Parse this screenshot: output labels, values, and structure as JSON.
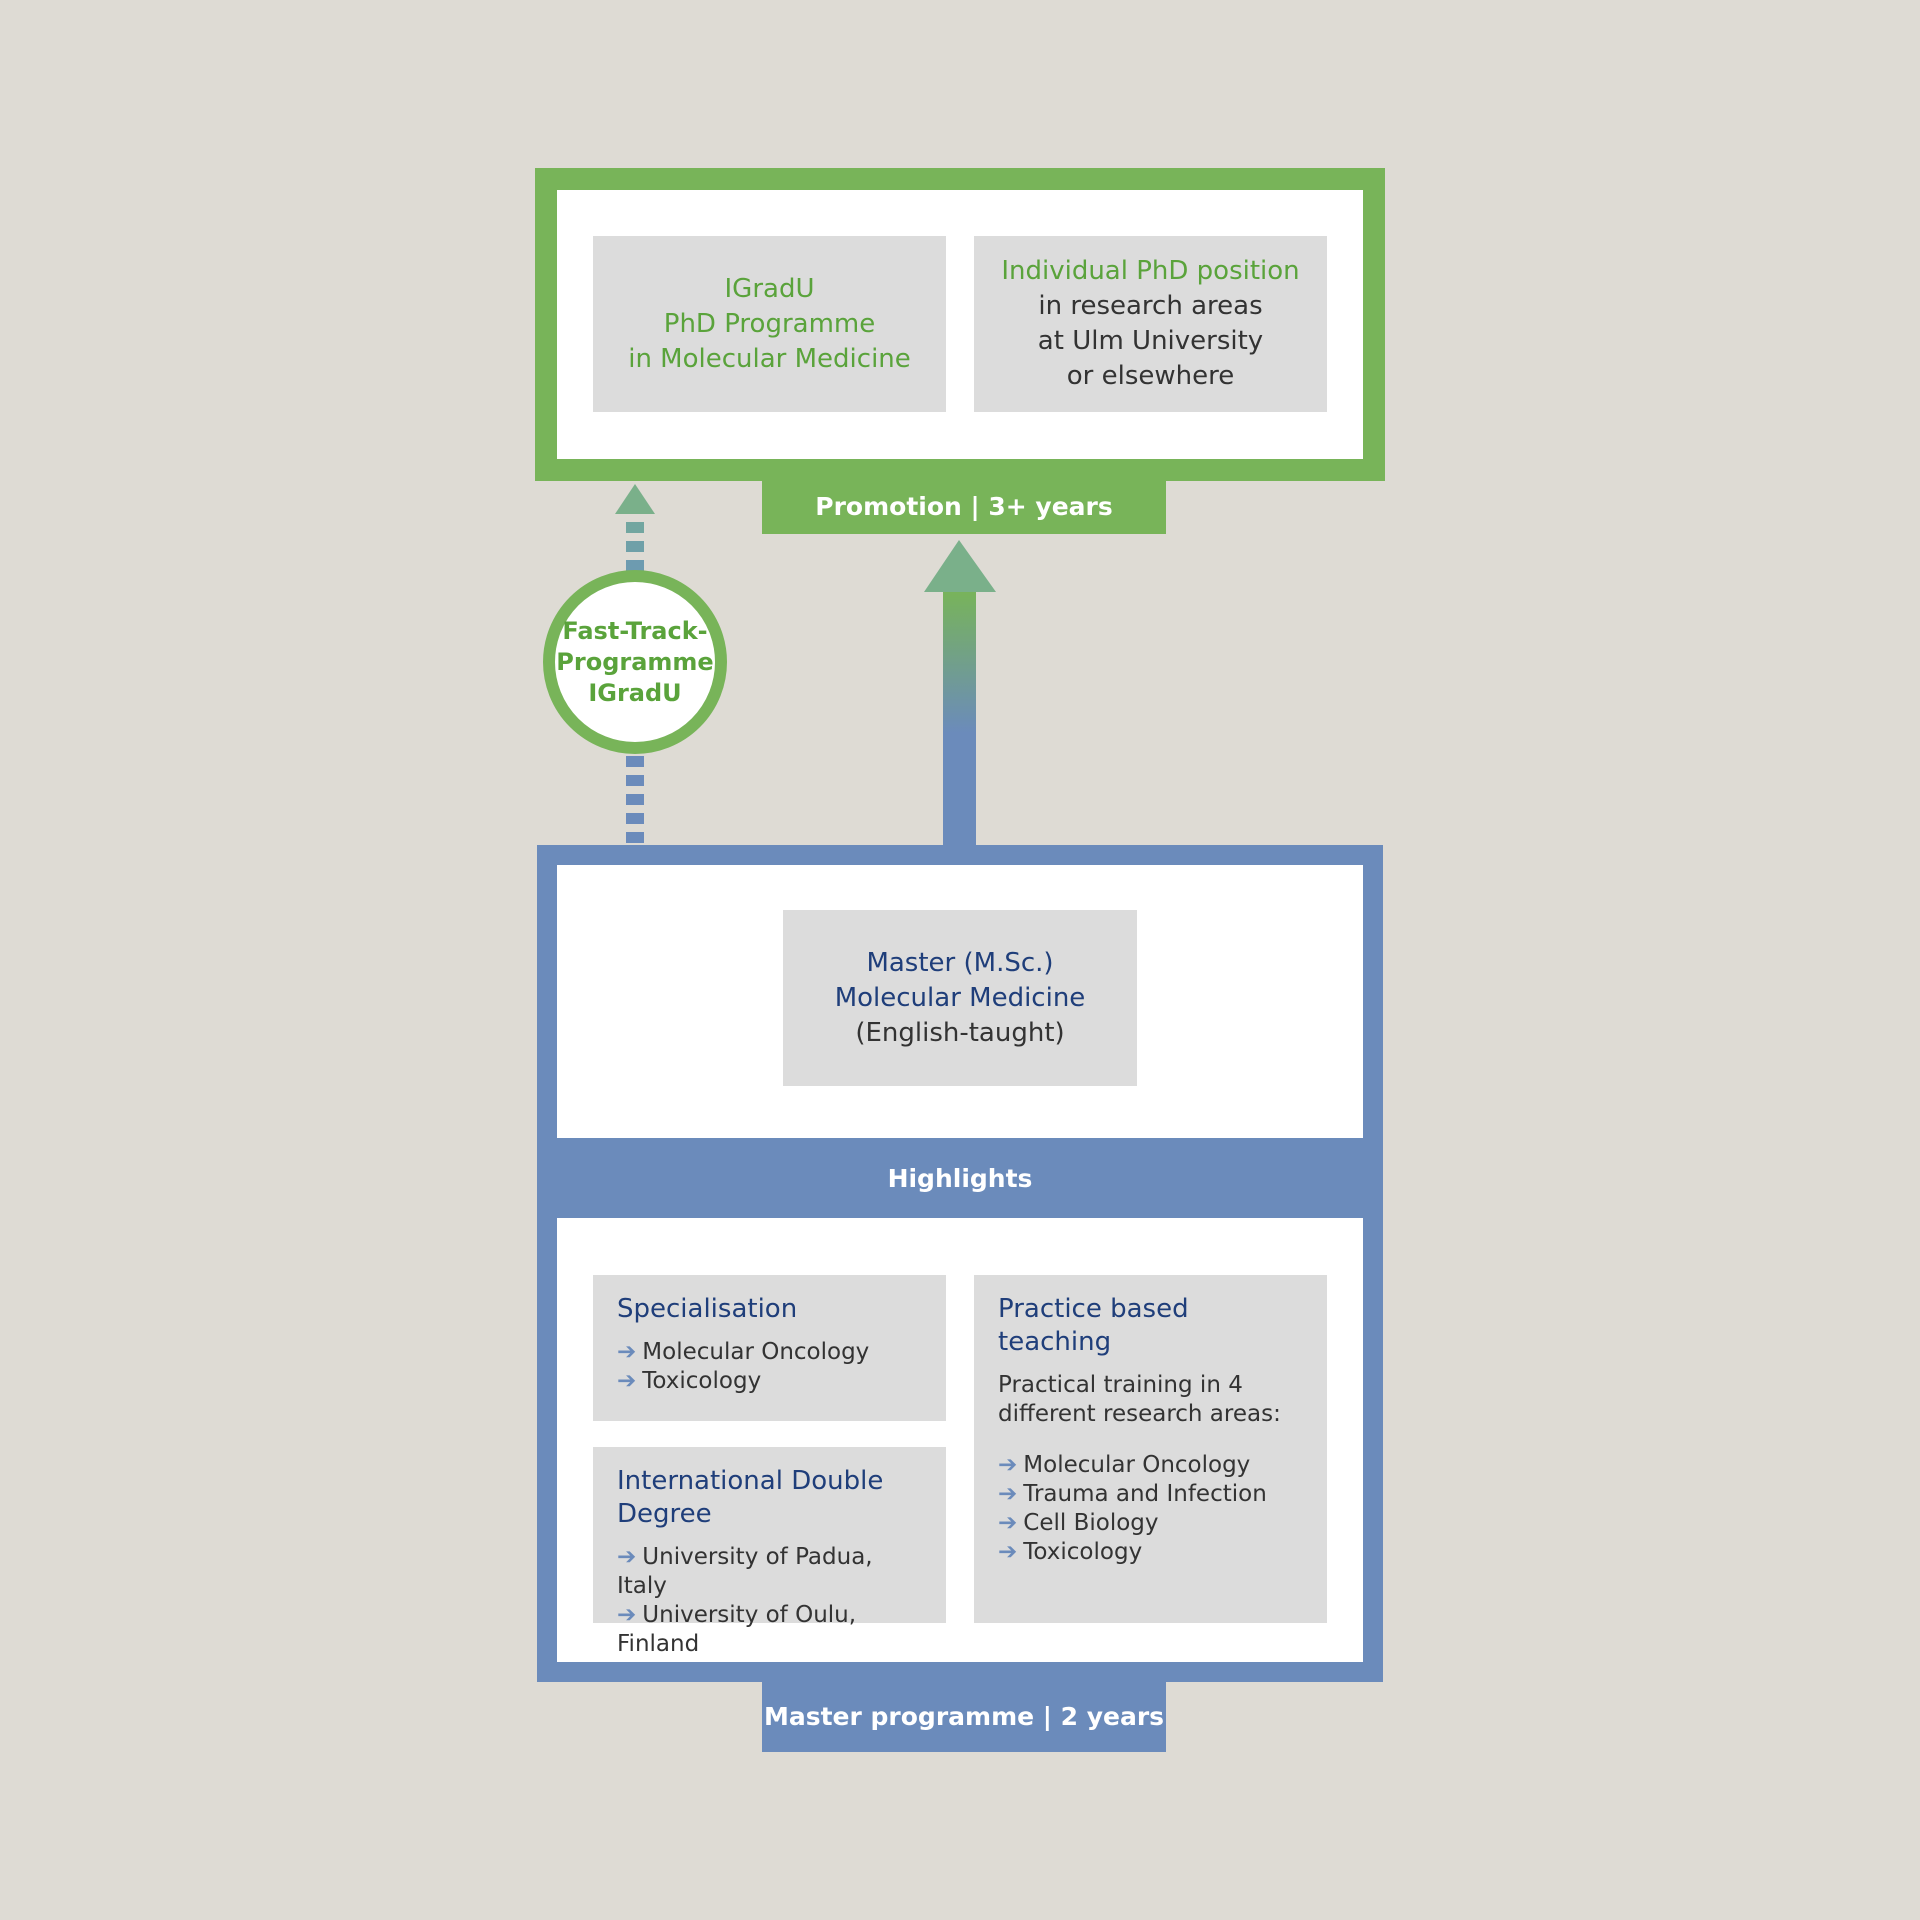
{
  "colors": {
    "background": "#dedbd4",
    "green": "#78b459",
    "green_text": "#5aa33b",
    "blue": "#6b8bbb",
    "blue_text": "#1f3e7a",
    "card": "#dcdcdc"
  },
  "phd": {
    "label": "Promotion | 3+ years",
    "box1": {
      "line1": "IGradU",
      "line2": "PhD Programme",
      "line3": "in Molecular Medicine"
    },
    "box2": {
      "line1": "Individual PhD position",
      "line2": "in research areas",
      "line3": "at Ulm University",
      "line4": "or elsewhere"
    }
  },
  "fast_track": {
    "line1": "Fast-Track-",
    "line2": "Programme",
    "line3": "IGradU"
  },
  "master": {
    "label": "Master programme | 2 years",
    "box": {
      "line1": "Master (M.Sc.)",
      "line2": "Molecular Medicine",
      "line3": "(English-taught)"
    },
    "highlights_title": "Highlights",
    "specialisation": {
      "title": "Specialisation",
      "items": [
        "Molecular Oncology",
        "Toxicology"
      ]
    },
    "double_degree": {
      "title": "International Double Degree",
      "items": [
        "University of Padua, Italy",
        "University of Oulu, Finland"
      ]
    },
    "practice": {
      "title": "Practice based teaching",
      "text": "Practical training in 4 different research areas:",
      "items": [
        "Molecular Oncology",
        "Trauma and Infection",
        "Cell Biology",
        "Toxicology"
      ]
    }
  },
  "icons": {
    "bullet": "arrow-right-icon",
    "arrow": "arrow-up-icon"
  }
}
